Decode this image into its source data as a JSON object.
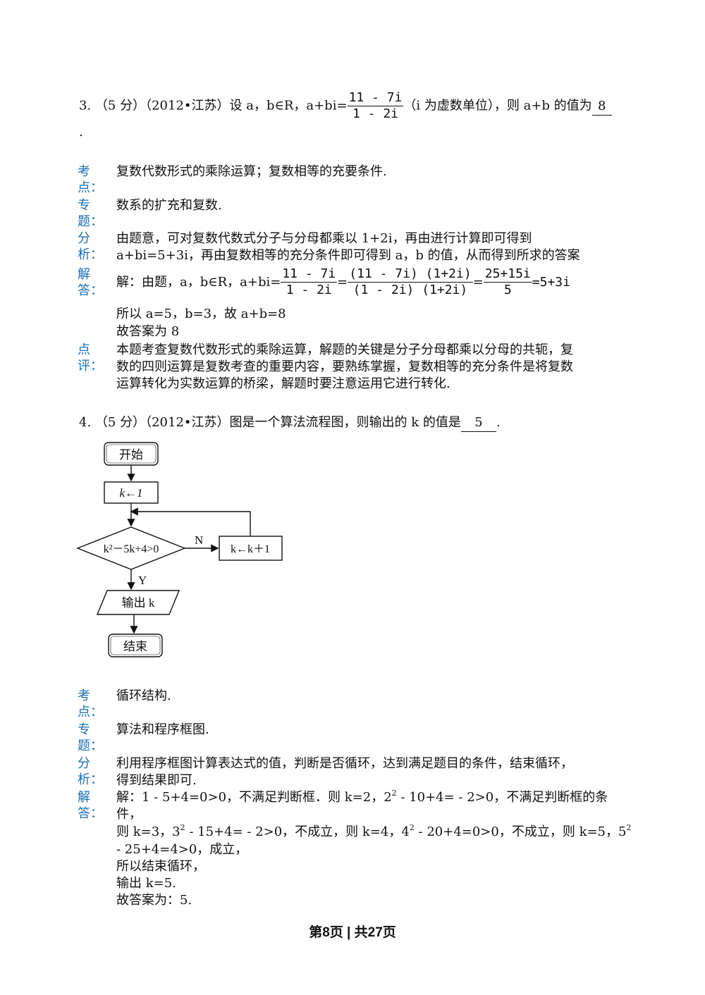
{
  "q3": {
    "number": "3.",
    "score": "（5 分）（2012•江苏）设 a，b∈R，a+bi=",
    "frac_num": "11 - 7i",
    "frac_den": "1 - 2i",
    "suffix": "（i 为虚数单位），则 a+b 的值为",
    "answer": "8",
    "dot": ".",
    "kaodian_label1": "考",
    "kaodian_label2": "点：",
    "kaodian": "复数代数形式的乘除运算；复数相等的充要条件.",
    "zhuanti_label1": "专",
    "zhuanti_label2": "题：",
    "zhuanti": "数系的扩充和复数.",
    "fenxi_label1": "分",
    "fenxi_label2": "析：",
    "fenxi_1": "由题意，可对复数代数式分子与分母都乘以 1+2i，再由进行计算即可得到",
    "fenxi_2": "a+bi=5+3i，再由复数相等的充分条件即可得到 a，b 的值，从而得到所求的答案",
    "jieda_label1": "解",
    "jieda_label2": "答：",
    "jieda_prefix": "解：由题，a，b∈R，a+bi=",
    "f1_num": "11 - 7i",
    "f1_den": "1 - 2i",
    "f2_num": "(11 - 7i) (1+2i)",
    "f2_den": "(1 - 2i) (1+2i)",
    "f3_num": "25+15i",
    "f3_den": "5",
    "jieda_result": "=5+3i",
    "jieda_2": "所以 a=5，b=3，故 a+b=8",
    "jieda_3": "故答案为 8",
    "dianping_label1": "点",
    "dianping_label2": "评：",
    "dianping_1": "本题考查复数代数形式的乘除运算，解题的关键是分子分母都乘以分母的共轭，复",
    "dianping_2": "数的四则运算是复数考查的重要内容，要熟练掌握，复数相等的充分条件是将复数",
    "dianping_3": "运算转化为实数运算的桥梁，解题时要注意运用它进行转化."
  },
  "q4": {
    "number": "4.",
    "stem": "（5 分）（2012•江苏）图是一个算法流程图，则输出的 k 的值是",
    "answer": "5",
    "dot": ".",
    "flow": {
      "start": "开始",
      "init": "k←1",
      "cond": "k²－5k+4>0",
      "no": "N",
      "inc": "k←k＋1",
      "yes": "Y",
      "output": "输出 k",
      "end": "结束"
    },
    "kaodian_label1": "考",
    "kaodian_label2": "点：",
    "kaodian": "循环结构.",
    "zhuanti_label1": "专",
    "zhuanti_label2": "题：",
    "zhuanti": "算法和程序框图.",
    "fenxi_label1": "分",
    "fenxi_label2": "析：",
    "fenxi_1": "利用程序框图计算表达式的值，判断是否循环，达到满足题目的条件，结束循环，",
    "fenxi_2": "得到结果即可.",
    "jieda_label1": "解",
    "jieda_label2": "答：",
    "jieda_1a": "解：1 - 5+4=0>0，不满足判断框．则 k=2，2",
    "jieda_1sup": "2",
    "jieda_1b": " - 10+4= - 2>0，不满足判断框的条",
    "jieda_2": "件，",
    "jieda_3a": "则 k=3，3",
    "jieda_3sup": "2",
    "jieda_3b": " - 15+4= - 2>0，不成立，则 k=4，4",
    "jieda_3sup2": "2",
    "jieda_3c": " - 20+4=0>0，不成立，则 k=5，5",
    "jieda_3sup3": "2",
    "jieda_4": " - 25+4=4>0，成立，",
    "jieda_5": "所以结束循环，",
    "jieda_6": "输出 k=5.",
    "jieda_7": "故答案为：5."
  },
  "footer": "第8页 | 共27页"
}
